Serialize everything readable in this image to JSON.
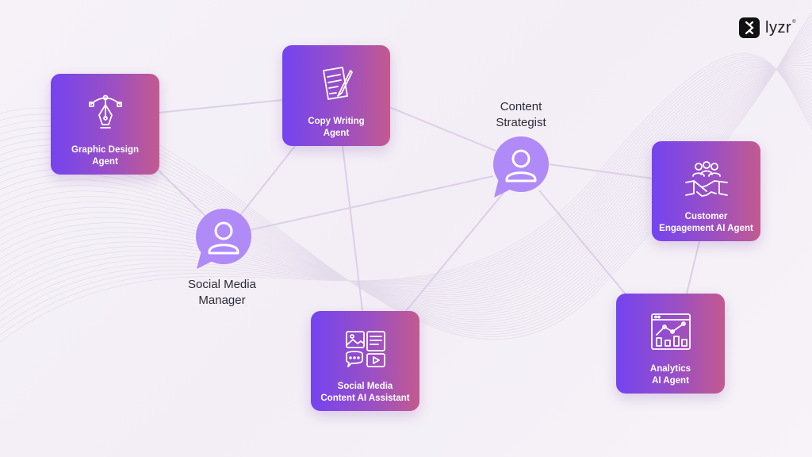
{
  "logo": {
    "name": "lyzr",
    "mark": "®"
  },
  "agents": {
    "graphic_design": {
      "label": "Graphic Design\nAgent",
      "icon": "pen-tool-icon"
    },
    "copy_writing": {
      "label": "Copy Writing\nAgent",
      "icon": "document-pencil-icon"
    },
    "customer_engagement": {
      "label": "Customer\nEngagement AI Agent",
      "icon": "handshake-team-icon"
    },
    "analytics": {
      "label": "Analytics\nAI Agent",
      "icon": "analytics-dashboard-icon"
    },
    "social_media_content": {
      "label": "Social Media\nContent AI Assistant",
      "icon": "media-content-icon"
    }
  },
  "people": {
    "content_strategist": {
      "label": "Content\nStrategist",
      "icon": "person-chat-icon"
    },
    "social_media_manager": {
      "label": "Social Media\nManager",
      "icon": "person-chat-icon"
    }
  },
  "colors": {
    "card_start": "#7444f0",
    "card_mid": "#9a4fc4",
    "card_end": "#c35a8f",
    "person_bubble": "#b08af7",
    "edge": "#dccfe6",
    "background": "#f5f0f7"
  }
}
